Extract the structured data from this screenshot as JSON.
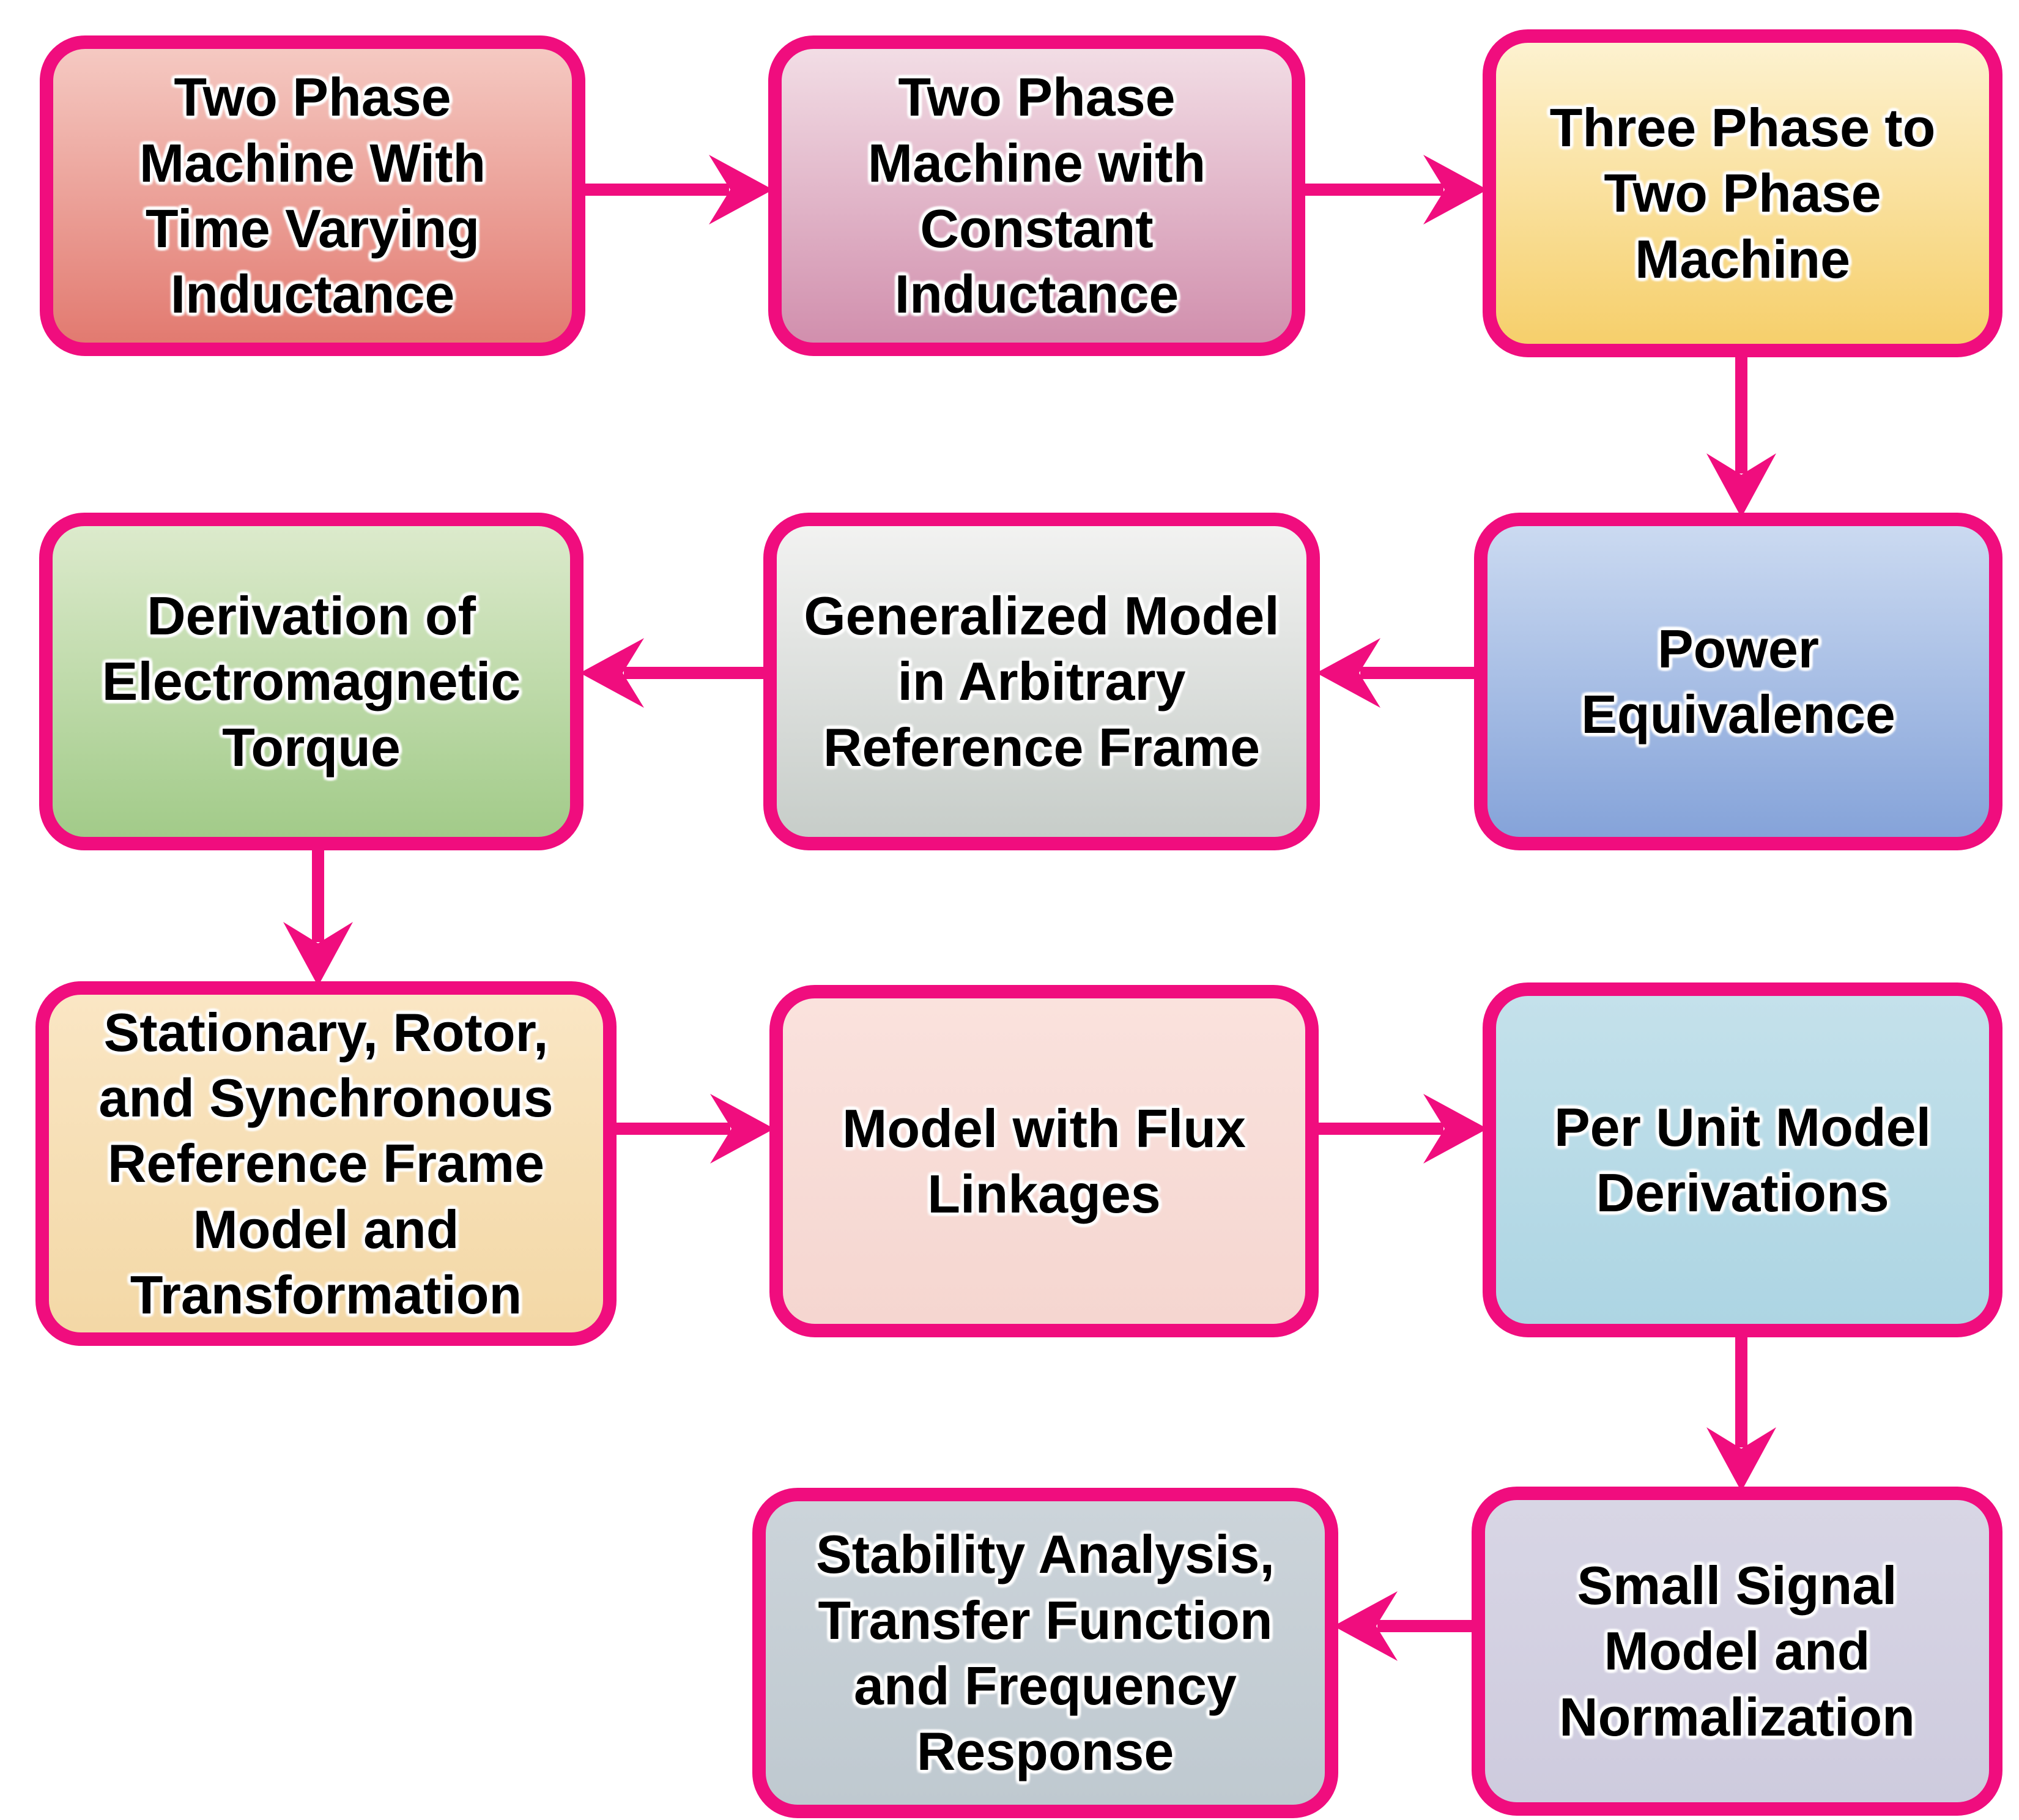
{
  "colors": {
    "accent": "#F00D7E",
    "background": "#FFFFFF",
    "text": "#000000"
  },
  "nodes": [
    {
      "id": "two-phase-time-varying",
      "label": "Two Phase\nMachine With\nTime Varying\nInductance",
      "fill_top": "#F5C9C2",
      "fill_bottom": "#E27A70"
    },
    {
      "id": "two-phase-constant",
      "label": "Two Phase\nMachine with\nConstant\nInductance",
      "fill_top": "#F2DDE5",
      "fill_bottom": "#D18FAD"
    },
    {
      "id": "three-to-two-phase",
      "label": "Three Phase to\nTwo Phase\nMachine",
      "fill_top": "#FDF2D0",
      "fill_bottom": "#F6CF6B"
    },
    {
      "id": "power-equivalence",
      "label": "Power\nEquivalence",
      "fill_top": "#CBDAF1",
      "fill_bottom": "#85A3D9"
    },
    {
      "id": "generalized-model",
      "label": "Generalized Model\nin Arbitrary\nReference Frame",
      "fill_top": "#F2F2F1",
      "fill_bottom": "#C7CDC9"
    },
    {
      "id": "derivation-torque",
      "label": "Derivation of\nElectromagnetic\nTorque",
      "fill_top": "#DCEACC",
      "fill_bottom": "#A2CB89"
    },
    {
      "id": "stationary-rotor-sync",
      "label": "Stationary, Rotor,\nand Synchronous\nReference Frame\nModel and\nTransformation",
      "fill_top": "#FAE6C4",
      "fill_bottom": "#F3D8A6"
    },
    {
      "id": "model-flux-linkages",
      "label": "Model with Flux\nLinkages",
      "fill_top": "#FAE2DD",
      "fill_bottom": "#F5D6D0"
    },
    {
      "id": "per-unit-model",
      "label": "Per Unit Model\nDerivations",
      "fill_top": "#C4E1EB",
      "fill_bottom": "#ADD5E3"
    },
    {
      "id": "small-signal",
      "label": "Small Signal\nModel and\nNormalization",
      "fill_top": "#D8D6E5",
      "fill_bottom": "#CECBDE"
    },
    {
      "id": "stability-analysis",
      "label": "Stability Analysis,\nTransfer Function\nand Frequency\nResponse",
      "fill_top": "#CCD4DA",
      "fill_bottom": "#BFC9D0"
    }
  ],
  "edges": [
    {
      "from": "two-phase-time-varying",
      "to": "two-phase-constant"
    },
    {
      "from": "two-phase-constant",
      "to": "three-to-two-phase"
    },
    {
      "from": "three-to-two-phase",
      "to": "power-equivalence"
    },
    {
      "from": "power-equivalence",
      "to": "generalized-model"
    },
    {
      "from": "generalized-model",
      "to": "derivation-torque"
    },
    {
      "from": "derivation-torque",
      "to": "stationary-rotor-sync"
    },
    {
      "from": "stationary-rotor-sync",
      "to": "model-flux-linkages"
    },
    {
      "from": "model-flux-linkages",
      "to": "per-unit-model"
    },
    {
      "from": "per-unit-model",
      "to": "small-signal"
    },
    {
      "from": "small-signal",
      "to": "stability-analysis"
    }
  ]
}
